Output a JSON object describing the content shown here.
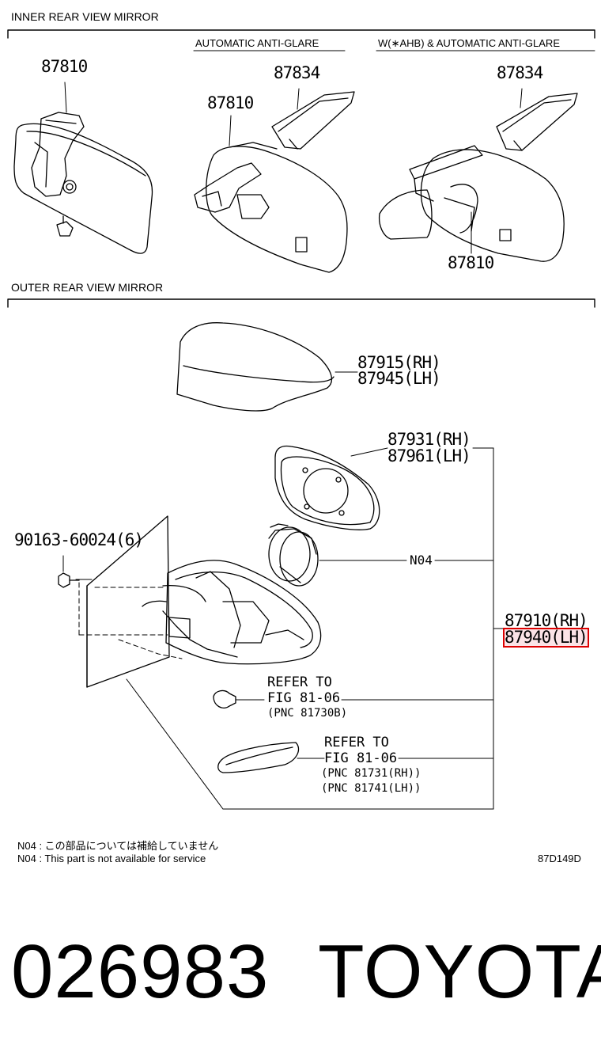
{
  "inner_section": {
    "title": "INNER REAR VIEW MIRROR",
    "sub_auto": "AUTOMATIC ANTI-GLARE",
    "sub_ahb": "W(∗AHB) & AUTOMATIC ANTI-GLARE",
    "part_mirror": "87810",
    "part_cover": "87834"
  },
  "outer_section": {
    "title": "OUTER REAR VIEW MIRROR",
    "cover_rh": "87915(RH)",
    "cover_lh": "87945(LH)",
    "glass_rh": "87931(RH)",
    "glass_lh": "87961(LH)",
    "screw": "90163-60024(6)",
    "motor": "N04",
    "assy_rh": "87910(RH)",
    "assy_lh": "87940(LH)",
    "refer1_a": "REFER TO",
    "refer1_b": "FIG 81-06",
    "refer1_c": "(PNC 81730B)",
    "refer2_a": "REFER TO",
    "refer2_b": "FIG 81-06",
    "refer2_c": "(PNC 81731(RH))",
    "refer2_d": "(PNC 81741(LH))"
  },
  "notes": {
    "jp": "N04 :  この部品については補給していません",
    "en": "N04 :  This part is not available for service",
    "code": "87D149D"
  },
  "footer": {
    "number": "026983",
    "brand": "TOYOTA"
  }
}
